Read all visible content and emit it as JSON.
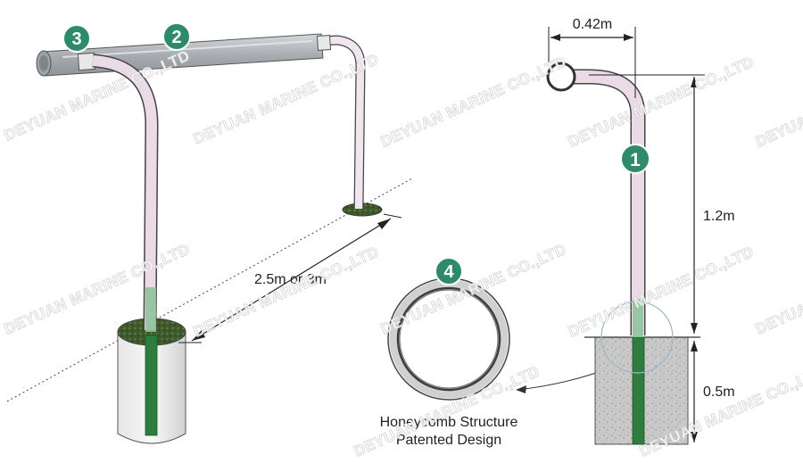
{
  "markers": {
    "m1": "1",
    "m2": "2",
    "m3": "3",
    "m4": "4"
  },
  "dimensions": {
    "arm_width": "0.42m",
    "post_height": "1.2m",
    "post_span": "2.5m or 3m",
    "underground_depth": "0.5m"
  },
  "caption": {
    "line1": "Honeycomb Structure",
    "line2": "Patented Design"
  },
  "watermark": "DEYUAN MARINE CO.,LTD",
  "colors": {
    "marker_green": "#2e8a6a",
    "pipe": "#e4d4e0",
    "crossbar": "#b0b4b8",
    "insert_green": "#2f7d3e",
    "concrete": "#c8c8c8"
  }
}
